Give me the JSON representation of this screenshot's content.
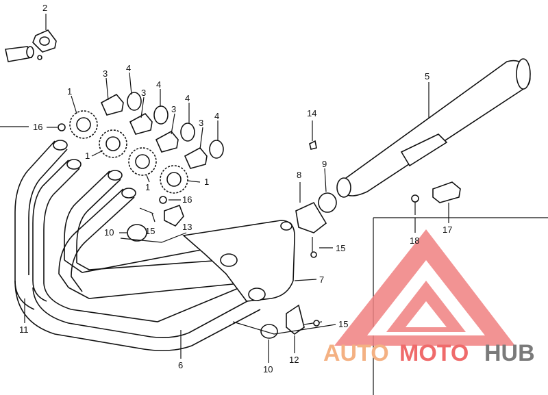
{
  "callouts": [
    {
      "id": "c2a",
      "text": "2"
    },
    {
      "id": "c3a",
      "text": "3"
    },
    {
      "id": "c4a",
      "text": "4"
    },
    {
      "id": "c3b",
      "text": "3"
    },
    {
      "id": "c4b",
      "text": "4"
    },
    {
      "id": "c3c",
      "text": "3"
    },
    {
      "id": "c4c",
      "text": "4"
    },
    {
      "id": "c3d",
      "text": "3"
    },
    {
      "id": "c4d",
      "text": "4"
    },
    {
      "id": "c1a",
      "text": "1"
    },
    {
      "id": "c16a",
      "text": "16"
    },
    {
      "id": "c1b",
      "text": "1"
    },
    {
      "id": "c1c",
      "text": "1"
    },
    {
      "id": "c1d",
      "text": "1"
    },
    {
      "id": "c16b",
      "text": "16"
    },
    {
      "id": "c10a",
      "text": "10"
    },
    {
      "id": "c15a",
      "text": "15"
    },
    {
      "id": "c13",
      "text": "13"
    },
    {
      "id": "c5",
      "text": "5"
    },
    {
      "id": "c14",
      "text": "14"
    },
    {
      "id": "c8",
      "text": "8"
    },
    {
      "id": "c9",
      "text": "9"
    },
    {
      "id": "c15b",
      "text": "15"
    },
    {
      "id": "c18",
      "text": "18"
    },
    {
      "id": "c17",
      "text": "17"
    },
    {
      "id": "c7",
      "text": "7"
    },
    {
      "id": "c11",
      "text": "11"
    },
    {
      "id": "c6",
      "text": "6"
    },
    {
      "id": "c15c",
      "text": "15"
    },
    {
      "id": "c10b",
      "text": "10"
    },
    {
      "id": "c12",
      "text": "12"
    }
  ],
  "watermark": {
    "part1": "AUTO",
    "part2": "MOTO",
    "part3": "HUB",
    "color_auto": "#f4b183",
    "color_moto": "#ef6b6b",
    "color_hub": "#7a7a7a",
    "triangle_color": "#f08080"
  }
}
